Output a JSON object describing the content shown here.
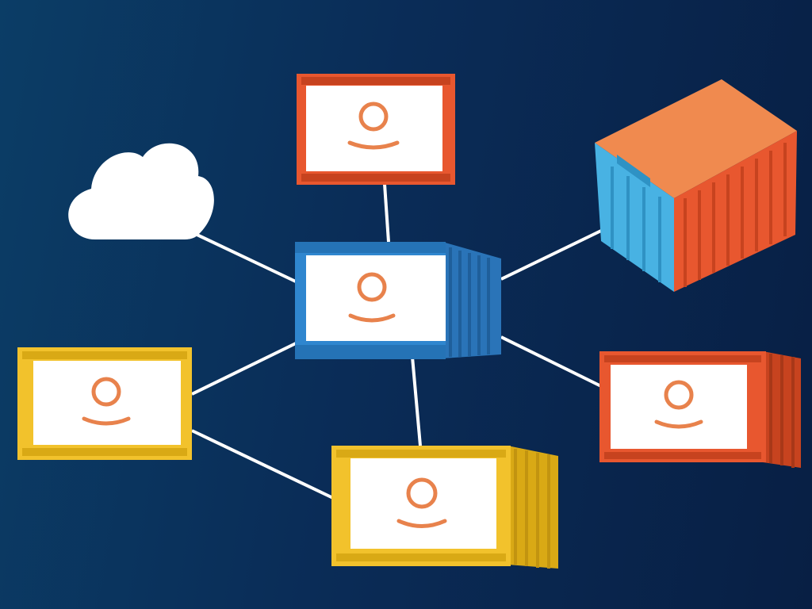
{
  "diagram": {
    "background": {
      "from": "#0b3d66",
      "to": "#081f44"
    },
    "colors": {
      "orange": "#e8572f",
      "orange_light": "#f08a4f",
      "blue": "#2f86cf",
      "blue_light": "#48b2e3",
      "yellow": "#f2c22c",
      "card": "#ffffff",
      "user_icon": "#e8824c",
      "link": "#ffffff",
      "cloud": "#ffffff"
    },
    "nodes": [
      {
        "id": "cloud",
        "kind": "cloud",
        "icon": "cloud-icon"
      },
      {
        "id": "top",
        "kind": "container",
        "color": "orange",
        "icon": "user-icon"
      },
      {
        "id": "center",
        "kind": "container",
        "color": "blue",
        "icon": "user-icon"
      },
      {
        "id": "right-3d",
        "kind": "container-closed",
        "color": "orange",
        "icon": "shipping-container-icon"
      },
      {
        "id": "left",
        "kind": "container",
        "color": "yellow",
        "icon": "user-icon"
      },
      {
        "id": "bottom",
        "kind": "container",
        "color": "yellow",
        "icon": "user-icon"
      },
      {
        "id": "right",
        "kind": "container",
        "color": "orange",
        "icon": "user-icon"
      }
    ],
    "links": [
      [
        "cloud",
        "center"
      ],
      [
        "top",
        "center"
      ],
      [
        "center",
        "right-3d"
      ],
      [
        "center",
        "left"
      ],
      [
        "center",
        "bottom"
      ],
      [
        "center",
        "right"
      ],
      [
        "left",
        "bottom"
      ]
    ]
  }
}
